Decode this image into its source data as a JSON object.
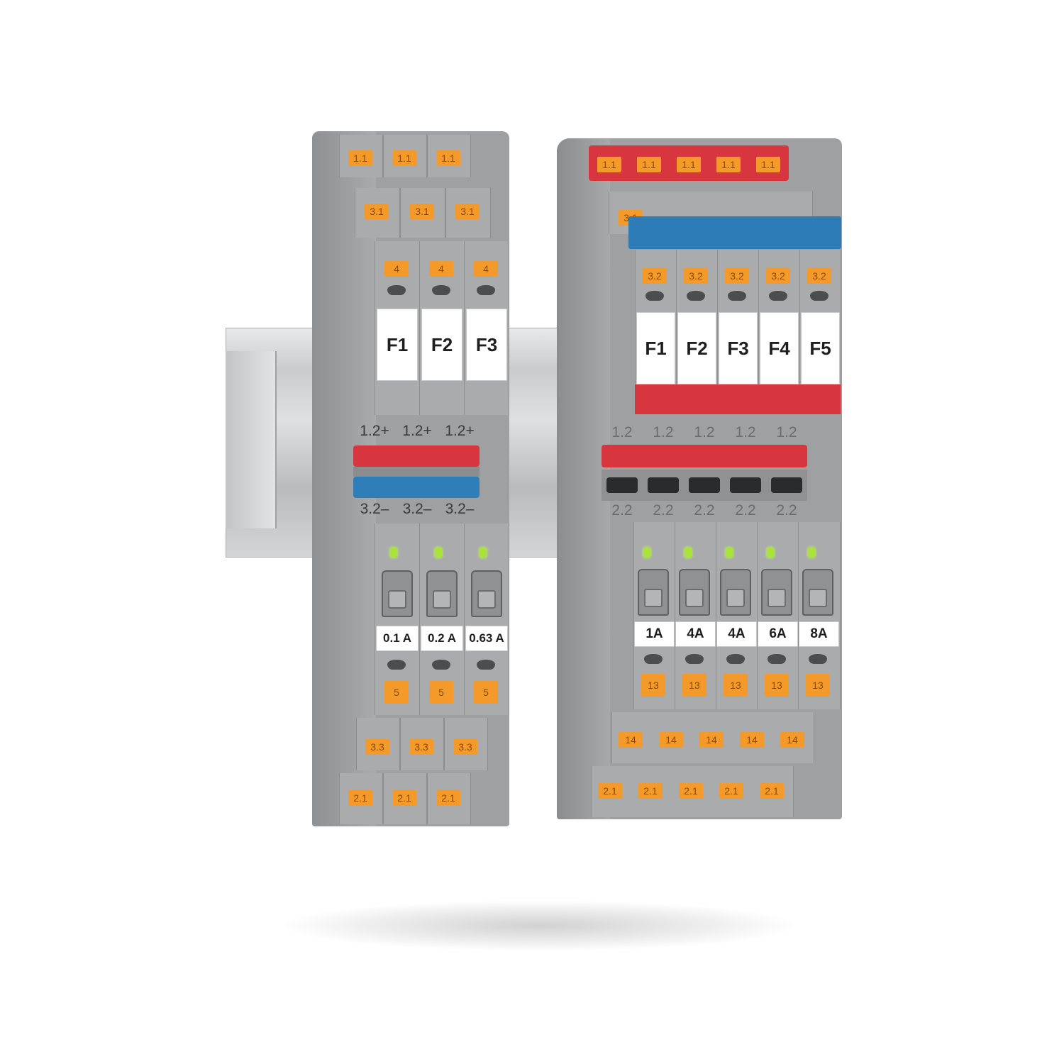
{
  "left_block": {
    "row1_labels": [
      "1.1",
      "1.1",
      "1.1"
    ],
    "row2_labels": [
      "3.1",
      "3.1",
      "3.1"
    ],
    "row3_labels": [
      "4",
      "4",
      "4"
    ],
    "fuse_labels": [
      "F1",
      "F2",
      "F3"
    ],
    "bridge_top_labels": [
      "1.2+",
      "1.2+",
      "1.2+"
    ],
    "bridge_bottom_labels": [
      "3.2–",
      "3.2–",
      "3.2–"
    ],
    "ampere_labels": [
      "0.1 A",
      "0.2 A",
      "0.63 A"
    ],
    "row5_labels": [
      "5",
      "5",
      "5"
    ],
    "row6_labels": [
      "3.3",
      "3.3",
      "3.3"
    ],
    "row7_labels": [
      "2.1",
      "2.1",
      "2.1"
    ]
  },
  "right_block": {
    "row1_labels": [
      "1.1",
      "1.1",
      "1.1",
      "1.1",
      "1.1"
    ],
    "row2_labels": [
      "3.1"
    ],
    "row3_labels": [
      "3.2",
      "3.2",
      "3.2",
      "3.2",
      "3.2"
    ],
    "fuse_labels": [
      "F1",
      "F2",
      "F3",
      "F4",
      "F5"
    ],
    "bridge_top_labels": [
      "1.2",
      "1.2",
      "1.2",
      "1.2",
      "1.2"
    ],
    "bridge_bottom_labels": [
      "2.2",
      "2.2",
      "2.2",
      "2.2",
      "2.2"
    ],
    "ampere_labels": [
      "1A",
      "4A",
      "4A",
      "6A",
      "8A"
    ],
    "row5_labels": [
      "13",
      "13",
      "13",
      "13",
      "13"
    ],
    "row6_labels": [
      "14",
      "14",
      "14",
      "14",
      "14"
    ],
    "row7_labels": [
      "2.1",
      "2.1",
      "2.1",
      "2.1",
      "2.1"
    ]
  },
  "colors": {
    "terminal_orange": "#f39a2b",
    "housing_gray": "#a9abad",
    "bridge_red": "#d8363f",
    "bridge_blue": "#2e7fb9",
    "led_green": "#a8e33a"
  }
}
